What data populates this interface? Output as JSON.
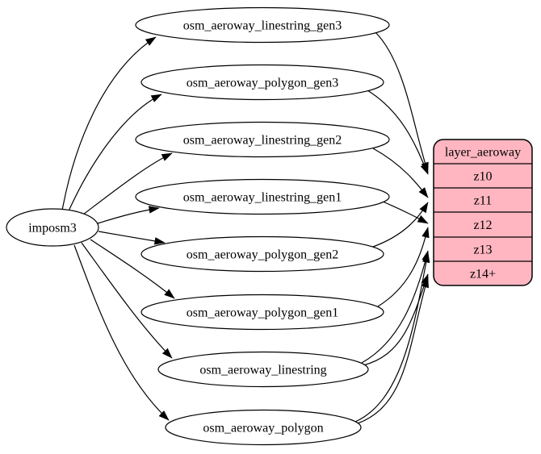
{
  "diagram": {
    "kind": "etl-dependency-graph",
    "background_color": "#ffffff",
    "edge_color": "#000000",
    "source_node": {
      "label": "imposm3"
    },
    "table_nodes": [
      "osm_aeroway_linestring_gen3",
      "osm_aeroway_polygon_gen3",
      "osm_aeroway_linestring_gen2",
      "osm_aeroway_linestring_gen1",
      "osm_aeroway_polygon_gen2",
      "osm_aeroway_polygon_gen1",
      "osm_aeroway_linestring",
      "osm_aeroway_polygon"
    ],
    "layer_node": {
      "title": "layer_aeroway",
      "zoom_rows": [
        "z10",
        "z11",
        "z12",
        "z13",
        "z14+"
      ],
      "fill": "#ffb6c1",
      "border": "#000000"
    },
    "edges": [
      {
        "from": "imposm3",
        "to": "osm_aeroway_linestring_gen3"
      },
      {
        "from": "imposm3",
        "to": "osm_aeroway_polygon_gen3"
      },
      {
        "from": "imposm3",
        "to": "osm_aeroway_linestring_gen2"
      },
      {
        "from": "imposm3",
        "to": "osm_aeroway_linestring_gen1"
      },
      {
        "from": "imposm3",
        "to": "osm_aeroway_polygon_gen2"
      },
      {
        "from": "imposm3",
        "to": "osm_aeroway_polygon_gen1"
      },
      {
        "from": "imposm3",
        "to": "osm_aeroway_linestring"
      },
      {
        "from": "imposm3",
        "to": "osm_aeroway_polygon"
      },
      {
        "from": "osm_aeroway_linestring_gen3",
        "to": "layer_aeroway",
        "row": "z10"
      },
      {
        "from": "osm_aeroway_polygon_gen3",
        "to": "layer_aeroway",
        "row": "z10"
      },
      {
        "from": "osm_aeroway_linestring_gen2",
        "to": "layer_aeroway",
        "row": "z11"
      },
      {
        "from": "osm_aeroway_polygon_gen2",
        "to": "layer_aeroway",
        "row": "z11"
      },
      {
        "from": "osm_aeroway_linestring_gen1",
        "to": "layer_aeroway",
        "row": "z12"
      },
      {
        "from": "osm_aeroway_polygon_gen1",
        "to": "layer_aeroway",
        "row": "z12"
      },
      {
        "from": "osm_aeroway_linestring",
        "to": "layer_aeroway",
        "row": "z13"
      },
      {
        "from": "osm_aeroway_polygon",
        "to": "layer_aeroway",
        "row": "z13"
      },
      {
        "from": "osm_aeroway_linestring",
        "to": "layer_aeroway",
        "row": "z14+"
      },
      {
        "from": "osm_aeroway_polygon",
        "to": "layer_aeroway",
        "row": "z14+"
      }
    ]
  }
}
